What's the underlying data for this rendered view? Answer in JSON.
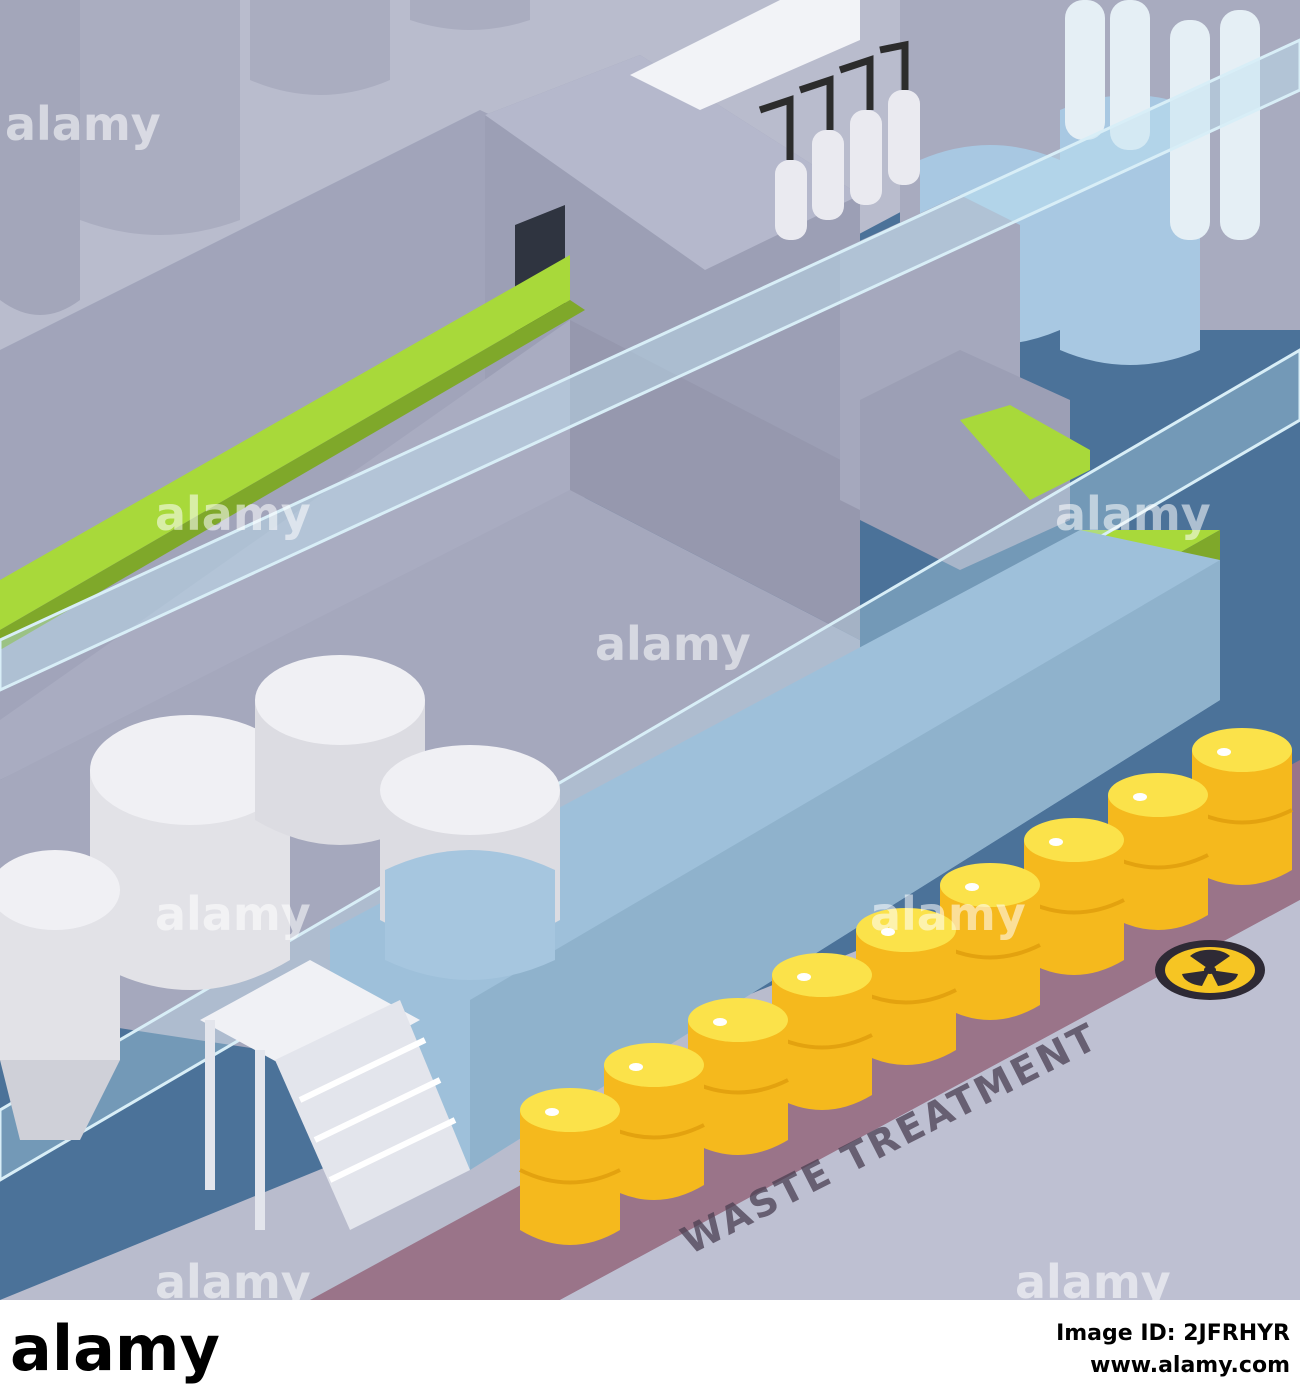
{
  "illustration": {
    "floor_label": "WASTE TREATMENT",
    "barrel_count": 9,
    "colors": {
      "floor_light": "#b9bccd",
      "floor_blue": "#4b7299",
      "waste_zone": "#9a7489",
      "slime": "#a8d93a",
      "barrel": "#f5b91d",
      "glass": "#bfe3f2",
      "machine": "#9c9fb5"
    }
  },
  "watermark": {
    "brand": "alamy",
    "footer_brand": "alamy",
    "stock_id": "2JFRHYR",
    "site": "www.alamy.com",
    "image_id_label": "Image ID: 2JFRHYR",
    "site_label": "www.alamy.com"
  }
}
